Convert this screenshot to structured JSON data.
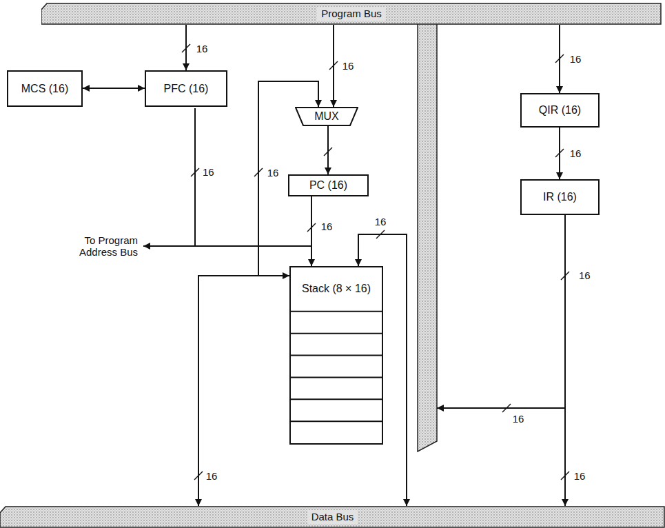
{
  "diagram": {
    "nodes": [
      {
        "text": [
          "Program Bus"
        ]
      },
      {
        "text": [
          "MCS (16)"
        ]
      },
      {
        "text": [
          "PFC (16)"
        ]
      },
      {
        "text": [
          "MUX"
        ]
      },
      {
        "text": [
          "PC (16)"
        ]
      },
      {
        "text": [
          "Stack (8 × 16)"
        ]
      },
      {
        "text": [
          "QIR (16)"
        ]
      },
      {
        "text": [
          "IR (16)"
        ]
      },
      {
        "text": [
          "Data Bus"
        ]
      }
    ],
    "edges": [
      {
        "from": 0,
        "to": 2,
        "arrow": "to",
        "label": "16"
      },
      {
        "from": 0,
        "to": 3,
        "arrow": "to",
        "label": "16"
      },
      {
        "from": 0,
        "to": 6,
        "arrow": "to",
        "label": "16"
      },
      {
        "from": 1,
        "to": 2,
        "arrow": "both"
      },
      {
        "from": 3,
        "to": 4,
        "arrow": "to"
      },
      {
        "from": 4,
        "to": 5,
        "arrow": "to",
        "label": "16"
      },
      {
        "from": 5,
        "to": 3,
        "arrow": "to",
        "label": "16"
      },
      {
        "from": 5,
        "to": 8,
        "arrow": "both",
        "label": "16"
      },
      {
        "from": 5,
        "to": 8,
        "arrow": "both",
        "label": "16"
      },
      {
        "from": 6,
        "to": 7,
        "arrow": "to",
        "label": "16"
      },
      {
        "from": 7,
        "to": 0,
        "arrow": "to",
        "label": "16"
      },
      {
        "from": 7,
        "to": 8,
        "arrow": "to",
        "label": "16"
      }
    ],
    "labels": [
      "16",
      "To Program Address Bus",
      "16"
    ]
  }
}
